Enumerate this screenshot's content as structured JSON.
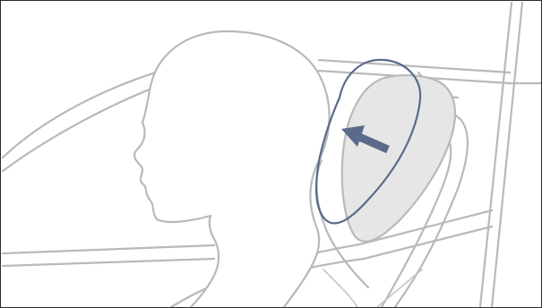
{
  "diagram": {
    "colors": {
      "background": "#ffffff",
      "frame": "#2b2b2b",
      "outline": "#b9b9b9",
      "headrest_fill": "#e6e6e6",
      "motion_path": "#5a6a8a",
      "arrow": "#5a6a8a"
    },
    "icons": [
      "head-silhouette",
      "headrest",
      "motion-arrow"
    ]
  }
}
